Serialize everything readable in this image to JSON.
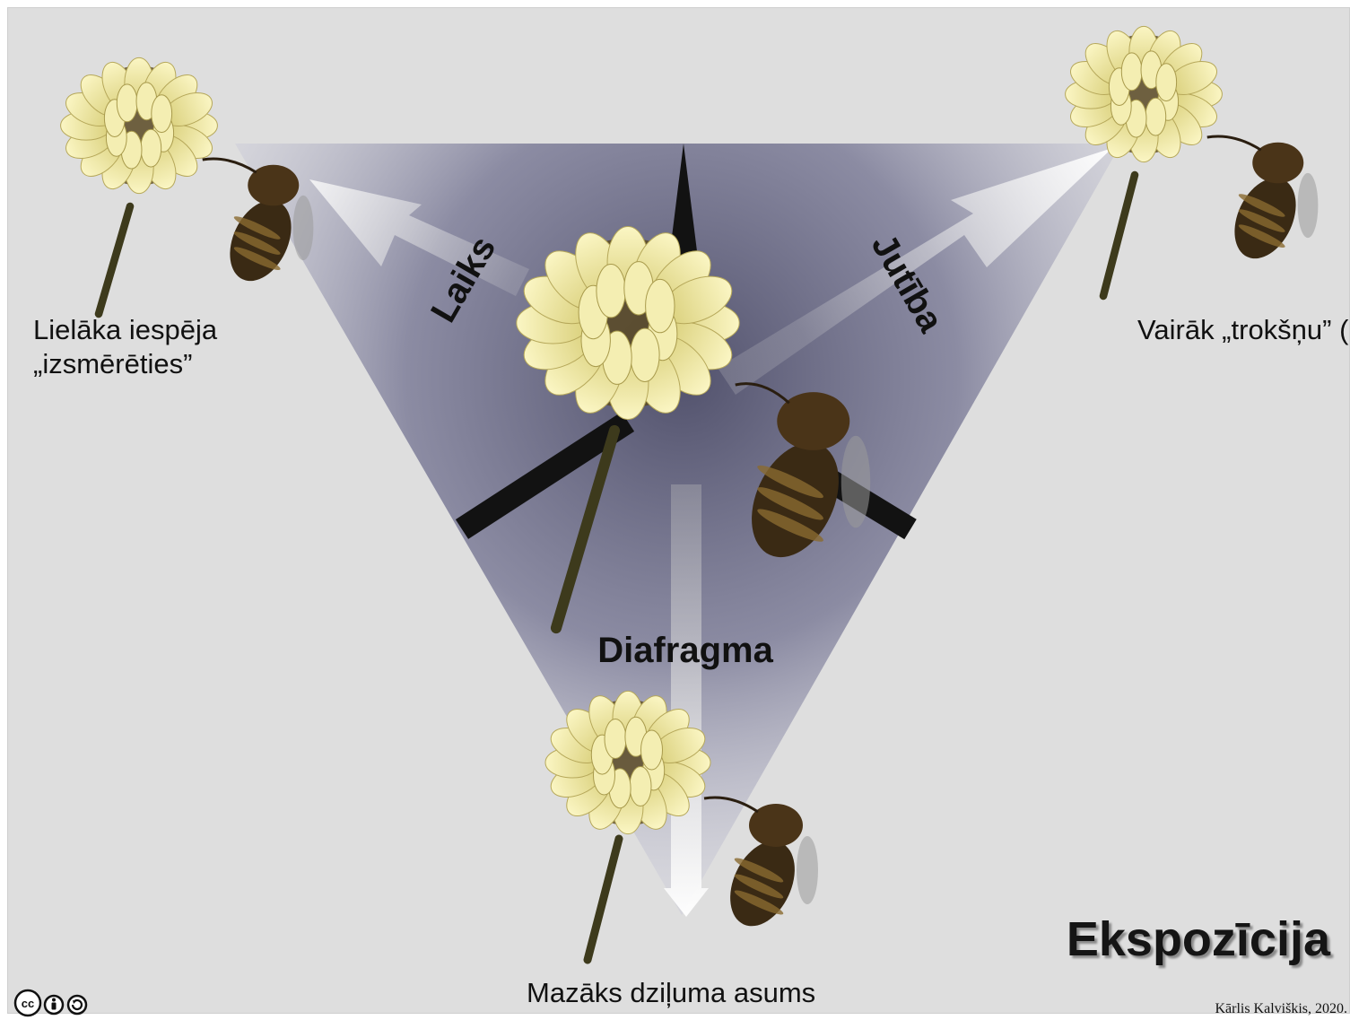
{
  "captions": {
    "top_left": "Lielāka iespēja\n„izsmērēties”",
    "top_right": "Vairāk „trokšņu”\n(lielāks grauds)",
    "bottom": "Mazāks dziļuma asums"
  },
  "axes": {
    "left": "Laiks",
    "right": "Jutība",
    "bottom": "Diafragma"
  },
  "title": "Ekspozīcija",
  "credit": "Kārlis Kalviškis, 2020.",
  "license": {
    "icons": [
      "cc-icon",
      "by-icon",
      "sa-icon"
    ]
  },
  "colors": {
    "background": "#dedede",
    "triangle": "#5e5e80",
    "axis_bar": "#111111"
  }
}
